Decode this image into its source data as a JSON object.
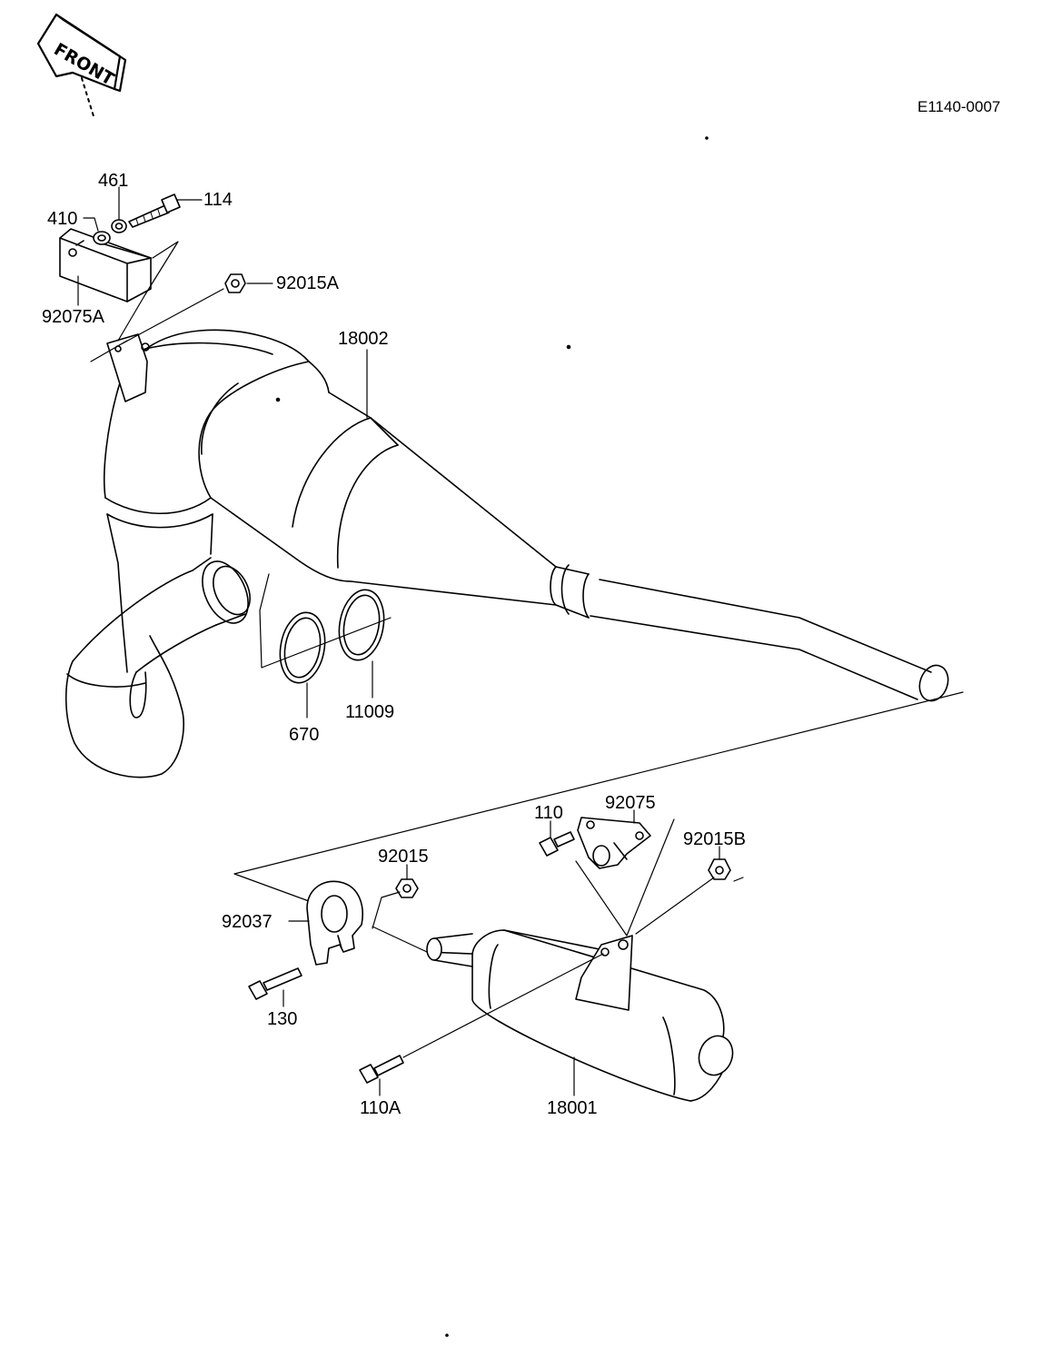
{
  "diagram": {
    "diagram_code": "E1140-0007",
    "front_label": "FRONT",
    "parts": {
      "p461": "461",
      "p114": "114",
      "p410": "410",
      "p92075A": "92075A",
      "p92015A": "92015A",
      "p18002": "18002",
      "p670": "670",
      "p11009": "11009",
      "p110": "110",
      "p92075": "92075",
      "p92015B": "92015B",
      "p92015": "92015",
      "p92037": "92037",
      "p130": "130",
      "p110A": "110A",
      "p18001": "18001"
    }
  }
}
